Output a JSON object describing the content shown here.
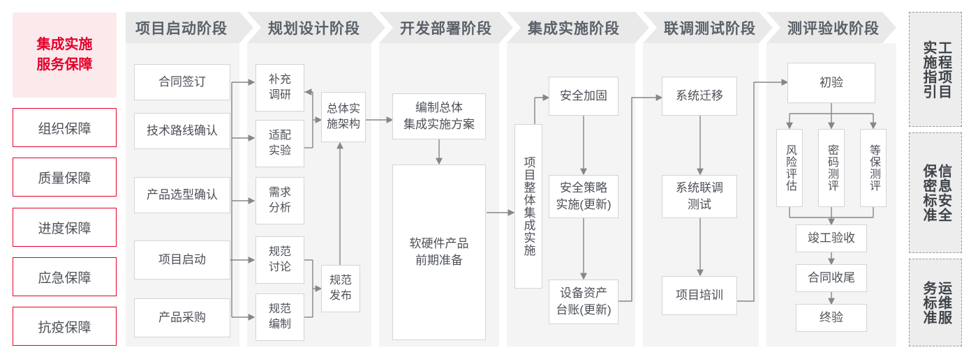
{
  "sidebar": {
    "title_line1": "集成实施",
    "title_line2": "服务保障",
    "items": [
      {
        "label": "组织保障"
      },
      {
        "label": "质量保障"
      },
      {
        "label": "进度保障"
      },
      {
        "label": "应急保障"
      },
      {
        "label": "抗疫保障"
      }
    ]
  },
  "phases": [
    {
      "id": "p1",
      "header": "项目启动阶段",
      "nodes": [
        {
          "label": "合同签订"
        },
        {
          "label": "技术路线确认"
        },
        {
          "label": "产品选型确认"
        },
        {
          "label": "项目启动"
        },
        {
          "label": "产品采购"
        }
      ]
    },
    {
      "id": "p2",
      "header": "规划设计阶段",
      "nodes": [
        {
          "label": "补充\n调研"
        },
        {
          "label": "适配\n实验"
        },
        {
          "label": "需求\n分析"
        },
        {
          "label": "规范\n讨论"
        },
        {
          "label": "规范\n编制"
        },
        {
          "label": "总体实\n施架构"
        },
        {
          "label": "规范\n发布"
        }
      ]
    },
    {
      "id": "p3",
      "header": "开发部署阶段",
      "nodes": [
        {
          "label": "编制总体\n集成实施方案"
        },
        {
          "label": "软硬件产品\n前期准备"
        }
      ]
    },
    {
      "id": "p4",
      "header": "集成实施阶段",
      "nodes": [
        {
          "label": "项目整体集成实施"
        },
        {
          "label": "安全加固"
        },
        {
          "label": "安全策略\n实施(更新)"
        },
        {
          "label": "设备资产\n台账(更新)"
        }
      ]
    },
    {
      "id": "p5",
      "header": "联调测试阶段",
      "nodes": [
        {
          "label": "系统迁移"
        },
        {
          "label": "系统联调\n测试"
        },
        {
          "label": "项目培训"
        }
      ]
    },
    {
      "id": "p6",
      "header": "测评验收阶段",
      "nodes": [
        {
          "label": "初验"
        },
        {
          "label": "风险评估"
        },
        {
          "label": "密码测评"
        },
        {
          "label": "等保测评"
        },
        {
          "label": "竣工验收"
        },
        {
          "label": "合同收尾"
        },
        {
          "label": "终验"
        }
      ]
    }
  ],
  "standards": [
    {
      "label": "工程项目实施指引"
    },
    {
      "label": "信息安全保密标准"
    },
    {
      "label": "运维服务标准"
    }
  ],
  "colors": {
    "accent_red": "#e3002b",
    "accent_pink_bg": "#fbe9ec",
    "header_gray": "#e9e9e9",
    "panel_gray": "#f4f4f4",
    "node_border": "#d4d4d4",
    "text_gray": "#4c5057",
    "wire_gray": "#868686",
    "std_bg": "#ededed"
  }
}
